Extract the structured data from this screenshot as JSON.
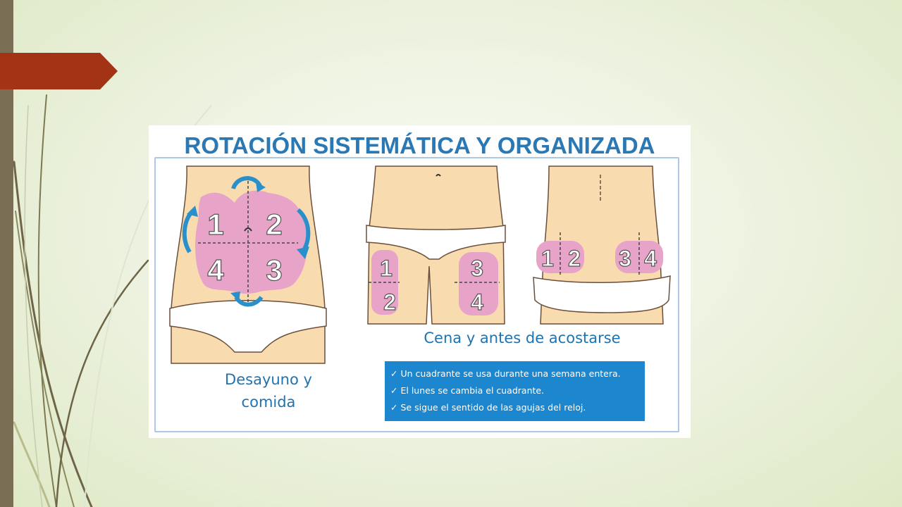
{
  "slide": {
    "colors": {
      "ribbon": "#a23415",
      "left_bar": "#7a6f55",
      "accent_blue": "#2a78b4",
      "info_box": "#1c86cf",
      "zone_pink": "#e8a3c8",
      "skin": "#f8dcb0"
    }
  },
  "infographic": {
    "title": "ROTACIÓN SISTEMÁTICA Y ORGANIZADA",
    "abdomen": {
      "quadrants": [
        "1",
        "2",
        "3",
        "4"
      ],
      "caption_line1": "Desayuno y",
      "caption_line2": "comida"
    },
    "thighs": {
      "zones": [
        "1",
        "2",
        "3",
        "4"
      ],
      "caption": "Cena y antes de acostarse"
    },
    "buttocks": {
      "zones": [
        "1",
        "2",
        "3",
        "4"
      ]
    },
    "rules": [
      {
        "icon": "check-icon",
        "text": "Un cuadrante se usa durante una semana entera."
      },
      {
        "icon": "check-icon",
        "text": "El lunes se cambia el cuadrante."
      },
      {
        "icon": "check-icon",
        "text": "Se sigue el sentido de las agujas del reloj."
      }
    ],
    "check_glyph": "✓"
  }
}
